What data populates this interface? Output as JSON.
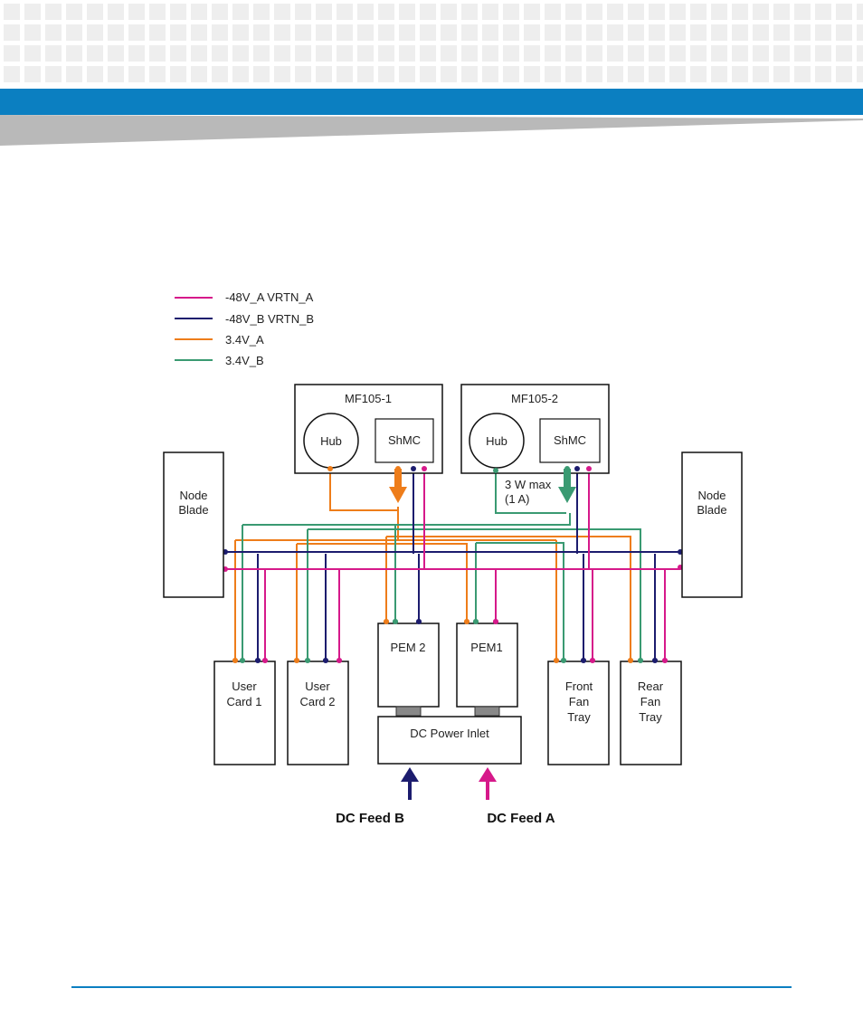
{
  "legend": [
    {
      "label": "-48V_A VRTN_A",
      "color": "#d6198a"
    },
    {
      "label": "-48V_B VRTN_B",
      "color": "#1c1c6e"
    },
    {
      "label": "3.4V_A",
      "color": "#ee7d1a"
    },
    {
      "label": "3.4V_B",
      "color": "#3a9a72"
    }
  ],
  "blocks": {
    "mf105_1": {
      "title": "MF105-1",
      "hub": "Hub",
      "shmc": "ShMC"
    },
    "mf105_2": {
      "title": "MF105-2",
      "hub": "Hub",
      "shmc": "ShMC",
      "note_line1": "3 W max",
      "note_line2": "(1 A)"
    },
    "node_left": {
      "line1": "Node",
      "line2": "Blade"
    },
    "node_right": {
      "line1": "Node",
      "line2": "Blade"
    },
    "user1": {
      "line1": "User",
      "line2": "Card 1"
    },
    "user2": {
      "line1": "User",
      "line2": "Card 2"
    },
    "pem2": {
      "label": "PEM 2"
    },
    "pem1": {
      "label": "PEM1"
    },
    "front_fan": {
      "line1": "Front",
      "line2": "Fan",
      "line3": "Tray"
    },
    "rear_fan": {
      "line1": "Rear",
      "line2": "Fan",
      "line3": "Tray"
    },
    "dc_inlet": {
      "label": "DC Power Inlet"
    }
  },
  "feeds": {
    "b": "DC Feed B",
    "a": "DC Feed A"
  },
  "colors": {
    "brand_blue": "#0b7fc1",
    "magenta": "#d6198a",
    "navy": "#1c1c6e",
    "orange": "#ee7d1a",
    "green": "#3a9a72"
  }
}
